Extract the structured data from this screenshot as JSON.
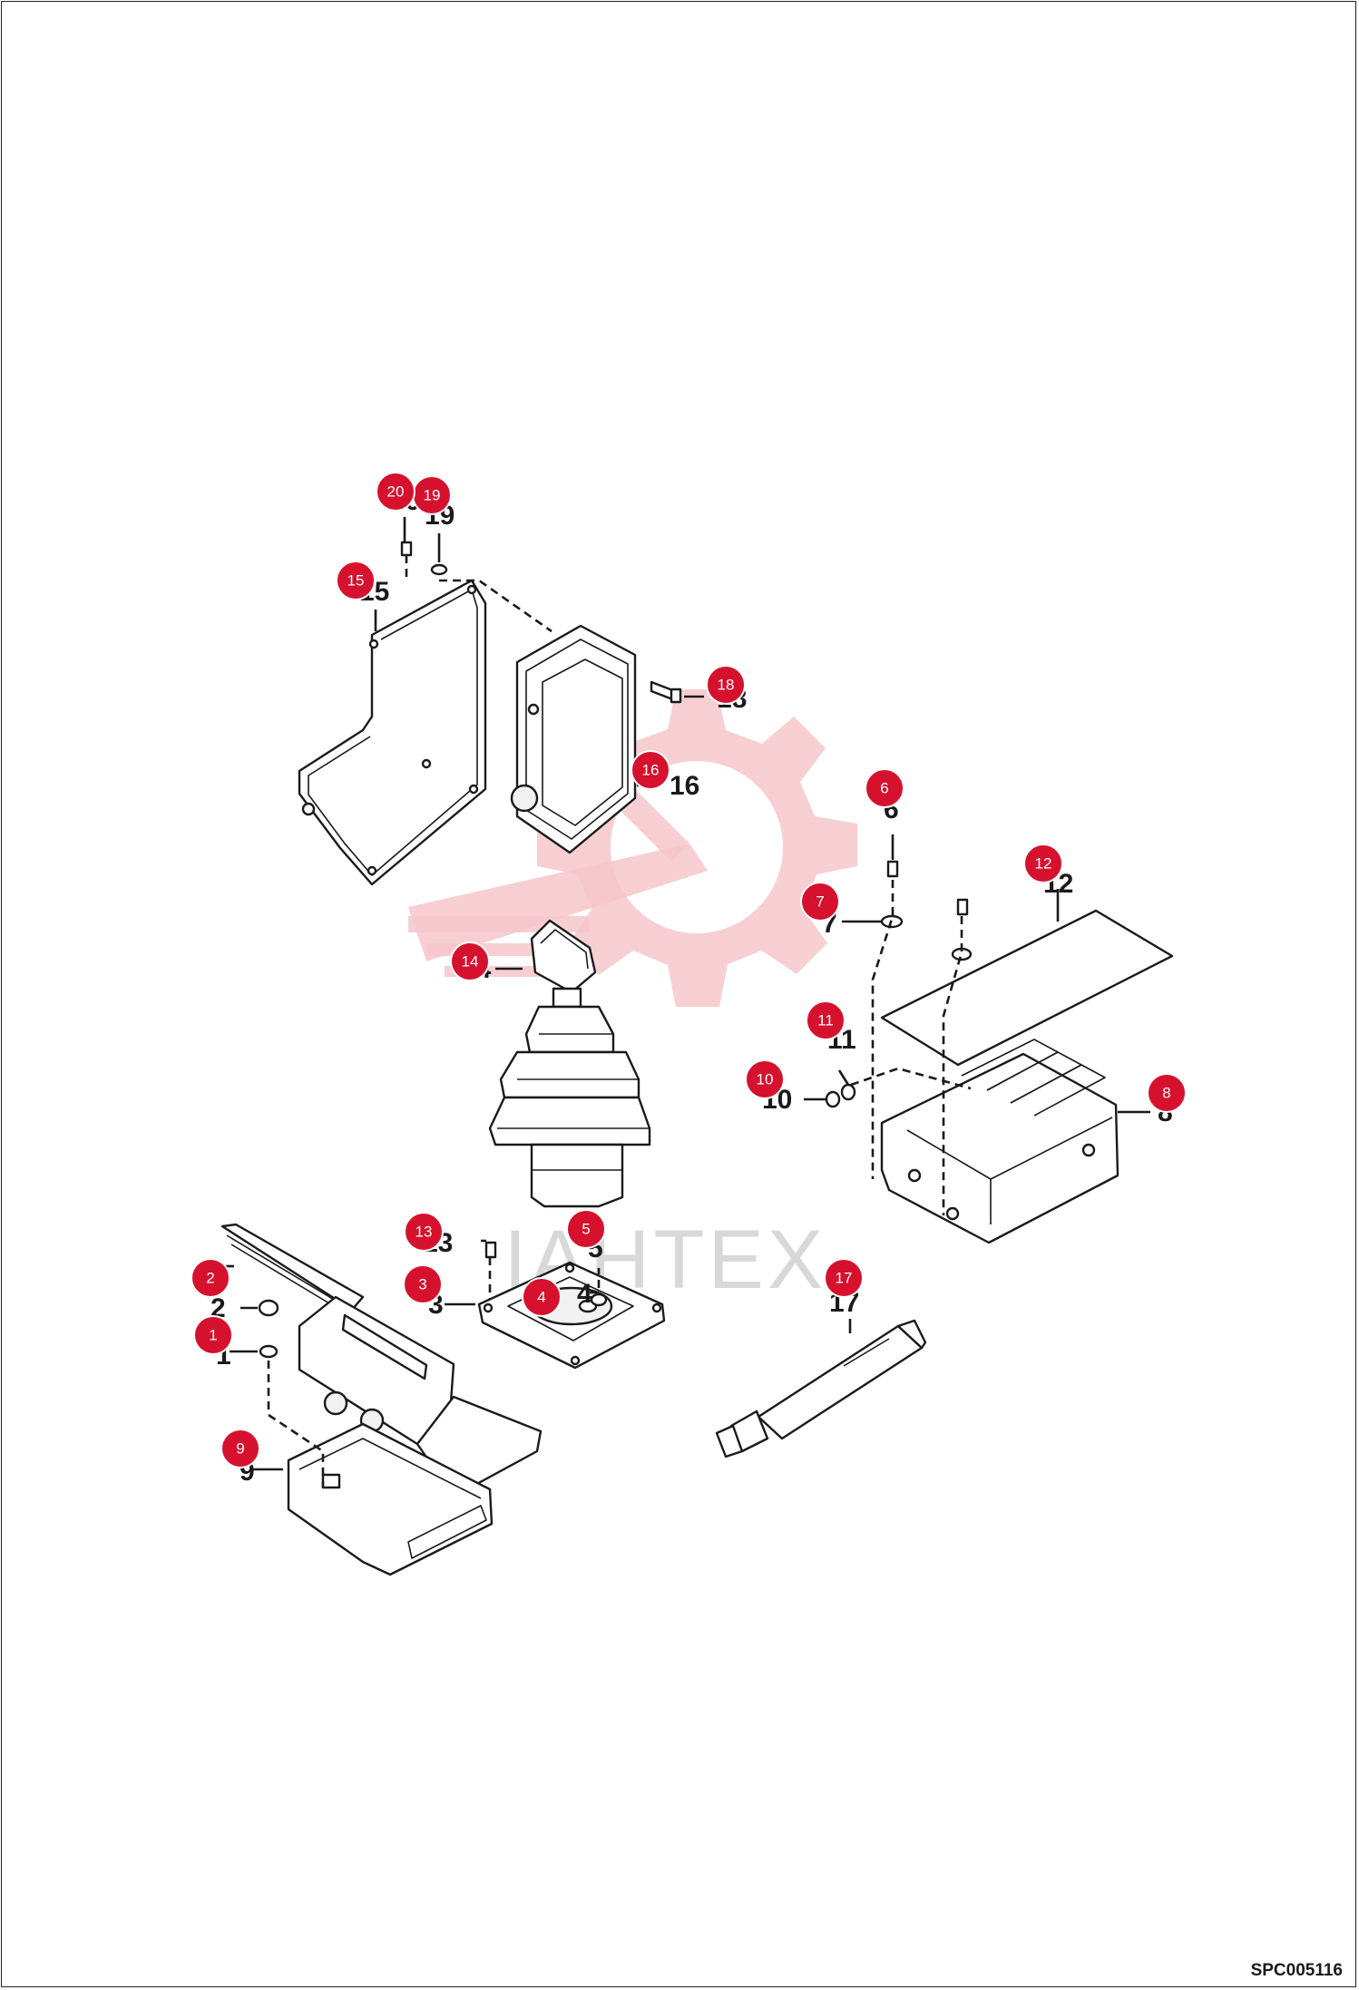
{
  "watermark": {
    "text": "IAHTEX",
    "color": "#f6c7cb"
  },
  "accent_color": "#d6112e",
  "reference_code": "SPC005116",
  "callouts": [
    "1",
    "2",
    "3",
    "4",
    "5",
    "6",
    "7",
    "8",
    "9",
    "10",
    "11",
    "12",
    "13",
    "14",
    "15",
    "16",
    "17",
    "18",
    "19",
    "20"
  ],
  "part_numbers": [
    "1",
    "2",
    "3",
    "4",
    "5",
    "6",
    "7",
    "8",
    "9",
    "10",
    "11",
    "12",
    "13",
    "14",
    "15",
    "16",
    "17",
    "18",
    "19",
    "20"
  ]
}
